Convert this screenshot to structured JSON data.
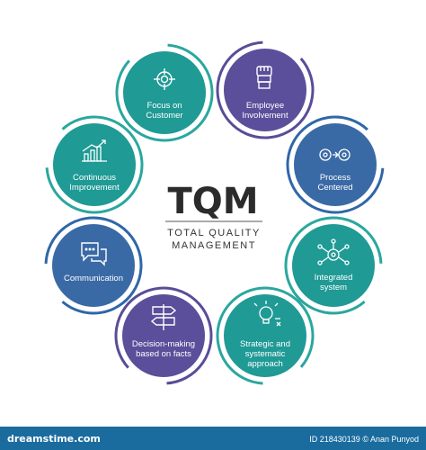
{
  "center": {
    "title": "TQM",
    "subtitle_line1": "TOTAL QUALITY",
    "subtitle_line2": "MANAGEMENT"
  },
  "colors": {
    "teal": "#1f9a95",
    "indigo": "#5b4e9a",
    "blue": "#3a6aa5",
    "ring_teal": "#2aa79e",
    "ring_indigo": "#5a4c99",
    "ring_blue": "#2f67a8",
    "text_dark": "#2b2b2b",
    "footer_bg": "#1a6c9e"
  },
  "nodes": [
    {
      "id": "focus-on-customer",
      "line1": "Focus on",
      "line2": "Customer",
      "icon": "target-icon",
      "color": "teal"
    },
    {
      "id": "employee-involvement",
      "line1": "Employee",
      "line2": "Involvement",
      "icon": "raised-fist-icon",
      "color": "indigo"
    },
    {
      "id": "process-centered",
      "line1": "Process",
      "line2": "Centered",
      "icon": "gears-process-icon",
      "color": "blue"
    },
    {
      "id": "integrated-system",
      "line1": "Integrated",
      "line2": "system",
      "icon": "network-gear-icon",
      "color": "teal"
    },
    {
      "id": "strategic-approach",
      "line1": "Strategic and",
      "line2": "systematic",
      "line3": "approach",
      "icon": "lightbulb-strategy-icon",
      "color": "teal"
    },
    {
      "id": "decision-making",
      "line1": "Decision-making",
      "line2": "based on facts",
      "icon": "signpost-icon",
      "color": "indigo"
    },
    {
      "id": "communication",
      "line1": "Communication",
      "icon": "chat-bubbles-icon",
      "color": "blue"
    },
    {
      "id": "continuous-improvement",
      "line1": "Continuous",
      "line2": "Improvement",
      "icon": "growth-chart-icon",
      "color": "teal"
    }
  ],
  "footer": {
    "site": "dreamstime.com",
    "credit": "ID 218430139 © Anan Punyod"
  }
}
